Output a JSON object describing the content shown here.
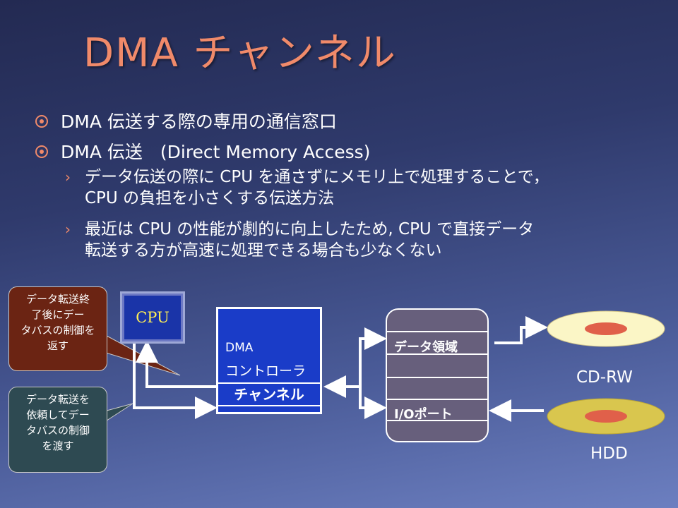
{
  "title": "DMA チャンネル",
  "bullets": [
    "DMA 伝送する際の専用の通信窓口",
    "DMA 伝送　(Direct Memory Access)"
  ],
  "sub_bullets": [
    [
      "データ伝送の際に CPU を通さずにメモリ上で処理することで，",
      "CPU の負担を小さくする伝送方法"
    ],
    [
      "最近は CPU の性能が劇的に向上したため, CPU で直接データ",
      "転送する方が高速に処理できる場合も少なくない"
    ]
  ],
  "diagram": {
    "callout_end": [
      "データ転送終",
      "了後にデー",
      "タバスの制御を",
      "返す"
    ],
    "callout_start": [
      "データ転送を",
      "依頼してデー",
      "タバスの制御",
      "を渡す"
    ],
    "cpu": "CPU",
    "dma_line1": "DMA",
    "dma_line2": "コントローラ",
    "channel": "チャンネル",
    "memory_data_area": "データ領域",
    "memory_io_port": "I/Oポート",
    "disk1": "CD-RW",
    "disk2": "HDD",
    "colors": {
      "title": "#f08a6a",
      "cpu_text": "#ffee55",
      "cdrw_disk": "#fbf6c6",
      "hdd_disk": "#d9c64e",
      "disk_center": "#e0604a"
    }
  }
}
